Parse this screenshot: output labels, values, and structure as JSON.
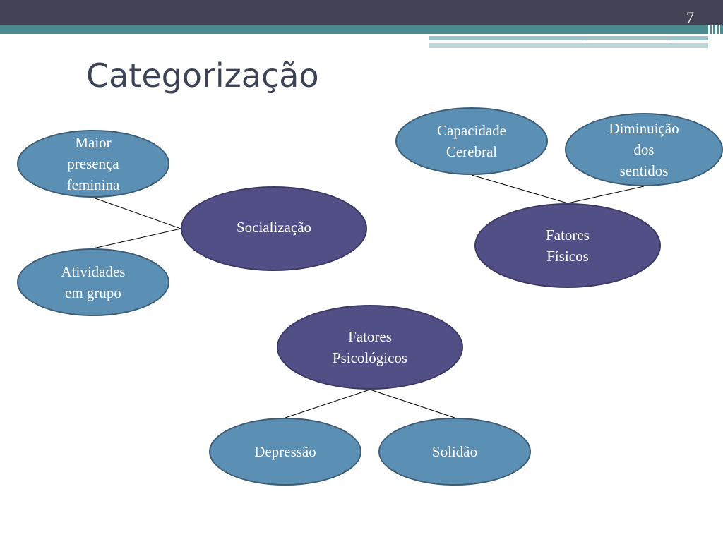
{
  "slide": {
    "title": "Categorização",
    "page_number": "7"
  },
  "colors": {
    "header_dark": "#434356",
    "header_teal": "#4b8a8f",
    "node_light": "#5b8fb3",
    "node_dark": "#524e86"
  },
  "nodes": {
    "socializacao": "Socialização",
    "maior_presenca": "Maior\npresença\nfeminina",
    "atividades": "Atividades\nem grupo",
    "capacidade": "Capacidade\nCerebral",
    "diminuicao": "Diminuição\ndos\nsentidos",
    "fatores_fisicos": "Fatores\nFísicos",
    "fatores_psicologicos": "Fatores\nPsicológicos",
    "depressao": "Depressão",
    "solidao": "Solidão"
  }
}
